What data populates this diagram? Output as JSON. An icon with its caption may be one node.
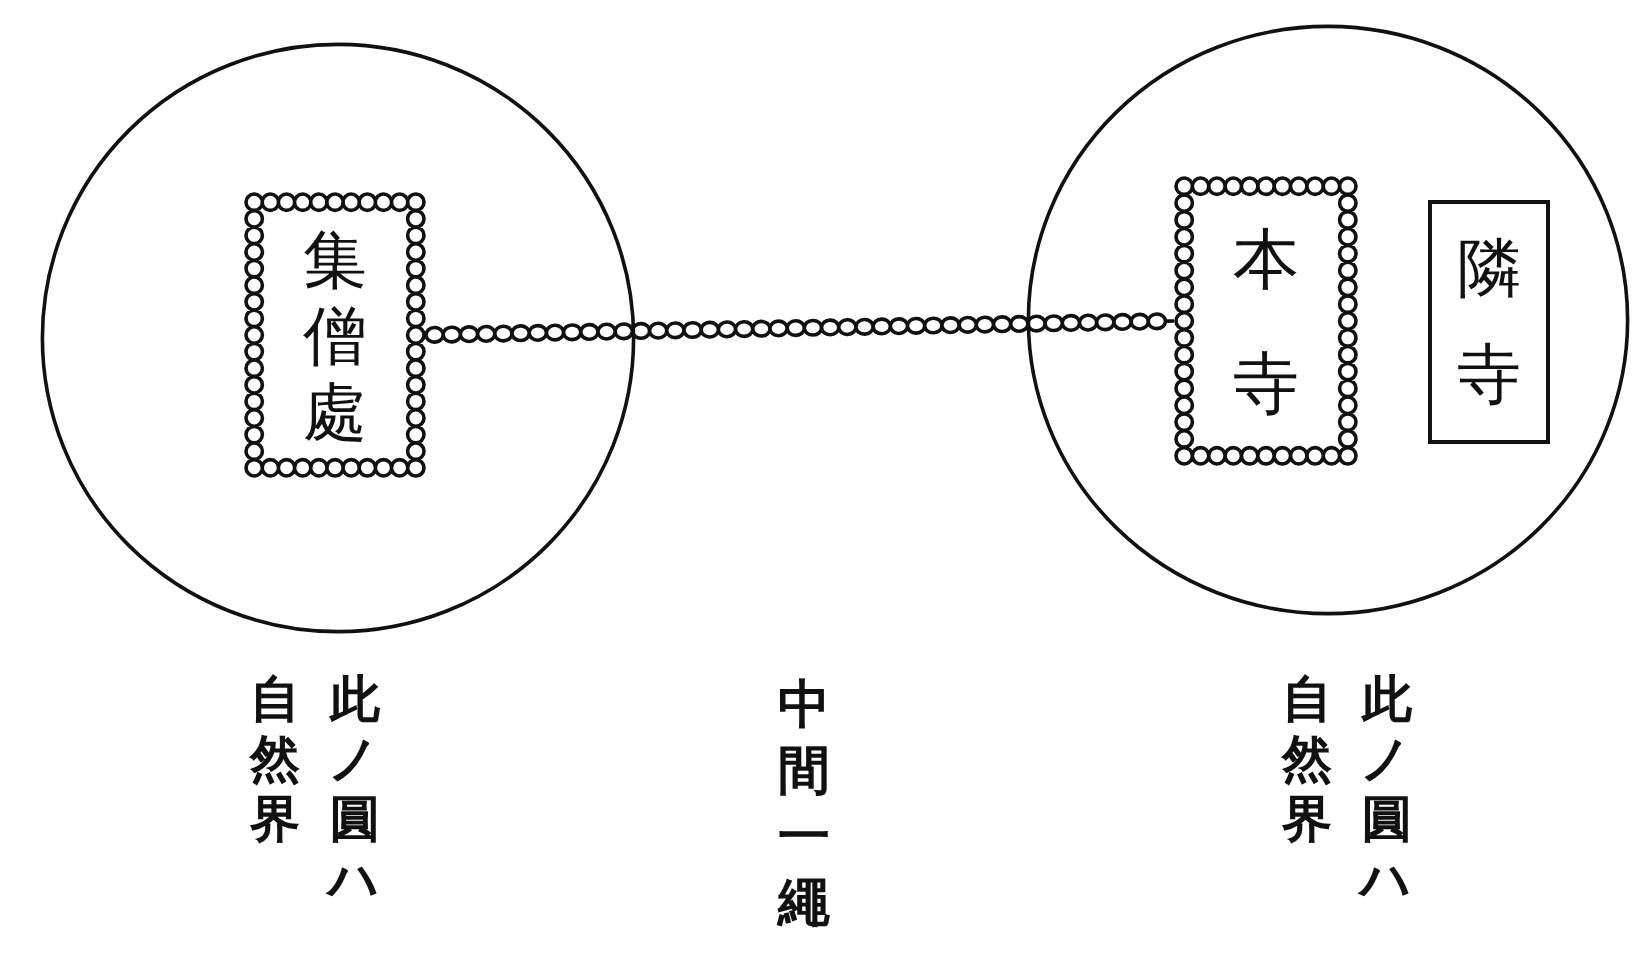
{
  "diagram": {
    "nodes": [
      {
        "text": [],
        "shape": "circle",
        "beside": [
          "此ノ圓ハ自然界"
        ]
      },
      {
        "text": [
          "集僧處"
        ],
        "in": 0
      },
      {
        "text": [],
        "shape": "circle",
        "beside": [
          "此ノ圓ハ自然界"
        ]
      },
      {
        "text": [
          "本寺"
        ],
        "in": 2
      },
      {
        "text": [
          "隣寺"
        ],
        "in": 2
      }
    ],
    "edges": [
      {
        "from": 1,
        "to": 3,
        "arrow": "none"
      }
    ],
    "labels": [
      "中間一繩"
    ]
  }
}
